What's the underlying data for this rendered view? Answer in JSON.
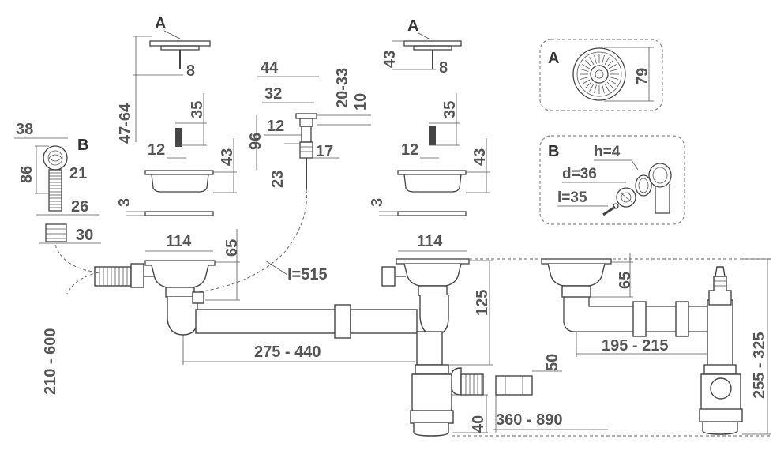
{
  "colors": {
    "line": "#444444",
    "dimension_text": "#555555",
    "background": "#ffffff"
  },
  "panels": {
    "a": {
      "letter": "A",
      "dim_79": "79"
    },
    "b": {
      "letter": "B",
      "h": "h=4",
      "d": "d=36",
      "l": "l=35"
    }
  },
  "parts": {
    "strainer_left": {
      "letter": "A",
      "d_top": "8",
      "d_height": "47-64"
    },
    "screw_left": {
      "d_35": "35",
      "d_12": "12",
      "d_43": "43"
    },
    "gasket_left": {
      "d_3": "3"
    },
    "plug": {
      "d_44": "44",
      "d_32": "32",
      "d_20_33": "20-33",
      "d_10": "10",
      "d_96": "96",
      "d_12": "12",
      "d_17": "17",
      "d_23": "23"
    },
    "strainer_right": {
      "letter": "A",
      "d_43": "43",
      "d_8": "8"
    },
    "screw_right": {
      "d_35": "35",
      "d_12": "12",
      "d_43": "43"
    },
    "gasket_right": {
      "d_3": "3"
    },
    "overflow": {
      "letter": "B",
      "d_38": "38",
      "d_86": "86",
      "d_21": "21",
      "d_26": "26",
      "d_30": "30"
    }
  },
  "assembly": {
    "left_bowl_114": "114",
    "left_65": "65",
    "cable_l": "l=515",
    "overflow_range": "210 - 600",
    "span": "275 - 440",
    "right_bowl_114": "114",
    "right_125": "125",
    "d_50": "50",
    "d_40": "40",
    "side_range": "360 - 890"
  },
  "variant": {
    "d_65": "65",
    "span": "195 - 215",
    "height_range": "255 - 325"
  }
}
